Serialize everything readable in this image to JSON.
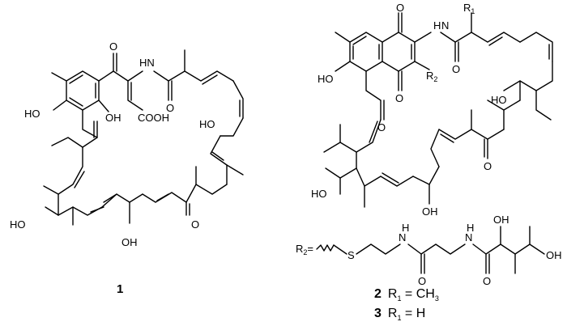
{
  "compound_1": {
    "number": "1",
    "atoms": {
      "O_top": "O",
      "NH": "HN",
      "OH_left": "HO",
      "OH_right": "OH",
      "COOH": "COOH",
      "O_mid": "O",
      "O_right_carbonyl": "O",
      "O_ketone": "O",
      "OH_side": "HO",
      "OH_lower": "HO",
      "OH_bottom": "OH"
    }
  },
  "compound_2_3": {
    "atoms": {
      "O_top": "O",
      "NH": "H",
      "NH_N": "N",
      "O_amide": "O",
      "R1_base": "R",
      "R1_sub": "1",
      "HO_arom": "HO",
      "R2_base": "R",
      "R2_sub": "2",
      "O_quin": "O",
      "O_acyl": "O",
      "HO_side": "HO",
      "O_ketone": "O",
      "HO_lower": "HO",
      "OH_bottom": "OH"
    },
    "side_chain": {
      "R2_label": "R",
      "R2_sub": "2",
      "R2_eq": "=",
      "S": "S",
      "N1": "N",
      "H1": "H",
      "N2": "N",
      "H2": "H",
      "O1": "O",
      "O2": "O",
      "OH1": "OH",
      "OH2": "OH"
    },
    "defs": [
      {
        "number": "2",
        "r": "R",
        "sub": "1",
        "rest": " = CH",
        "rest_sub": "3"
      },
      {
        "number": "3",
        "r": "R",
        "sub": "1",
        "rest": " = H",
        "rest_sub": ""
      }
    ]
  }
}
